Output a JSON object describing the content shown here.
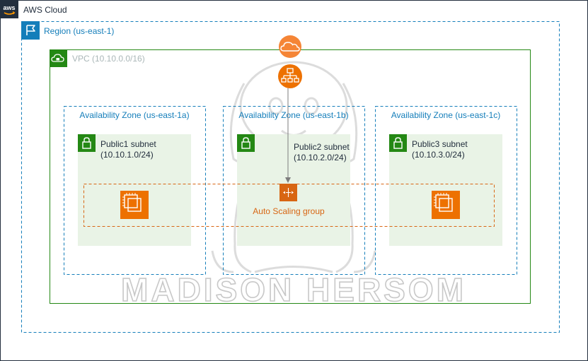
{
  "aws_cloud": {
    "label": "AWS Cloud"
  },
  "region": {
    "label": "Region (us-east-1)"
  },
  "vpc": {
    "label": "VPC (10.10.0.0/16)"
  },
  "availability_zones": [
    {
      "label": "Availability Zone (us-east-1a)"
    },
    {
      "label": "Availability Zone (us-east-1b)"
    },
    {
      "label": "Availability Zone (us-east-1c)"
    }
  ],
  "subnets": [
    {
      "name": "Public1 subnet",
      "cidr": "(10.10.1.0/24)"
    },
    {
      "name": "Public2 subnet",
      "cidr": "(10.10.2.0/24)"
    },
    {
      "name": "Public3 subnet",
      "cidr": "(10.10.3.0/24)"
    }
  ],
  "auto_scaling_group": {
    "label": "Auto Scaling group"
  },
  "watermark": {
    "text": "MADISON HERSOM"
  },
  "icons": {
    "aws_logo": "aws-logo-icon",
    "region_flag": "flag-icon",
    "vpc": "vpc-cloud-lock-icon",
    "internet_gateway": "internet-gateway-icon",
    "load_balancer": "load-balancer-icon",
    "subnet_lock": "padlock-icon",
    "ec2_instance": "ec2-instance-icon",
    "auto_scaling": "auto-scaling-icon"
  },
  "colors": {
    "aws_dark": "#232f3e",
    "region_blue": "#147eba",
    "vpc_green": "#248814",
    "subnet_bg": "#e9f3e6",
    "aws_orange": "#ed7100",
    "gateway_orange": "#f58536",
    "asg_orange": "#d86613",
    "text_dark": "#232f3e",
    "vpc_label_gray": "#aab7b8",
    "arrow_gray": "#7d7d7d"
  }
}
